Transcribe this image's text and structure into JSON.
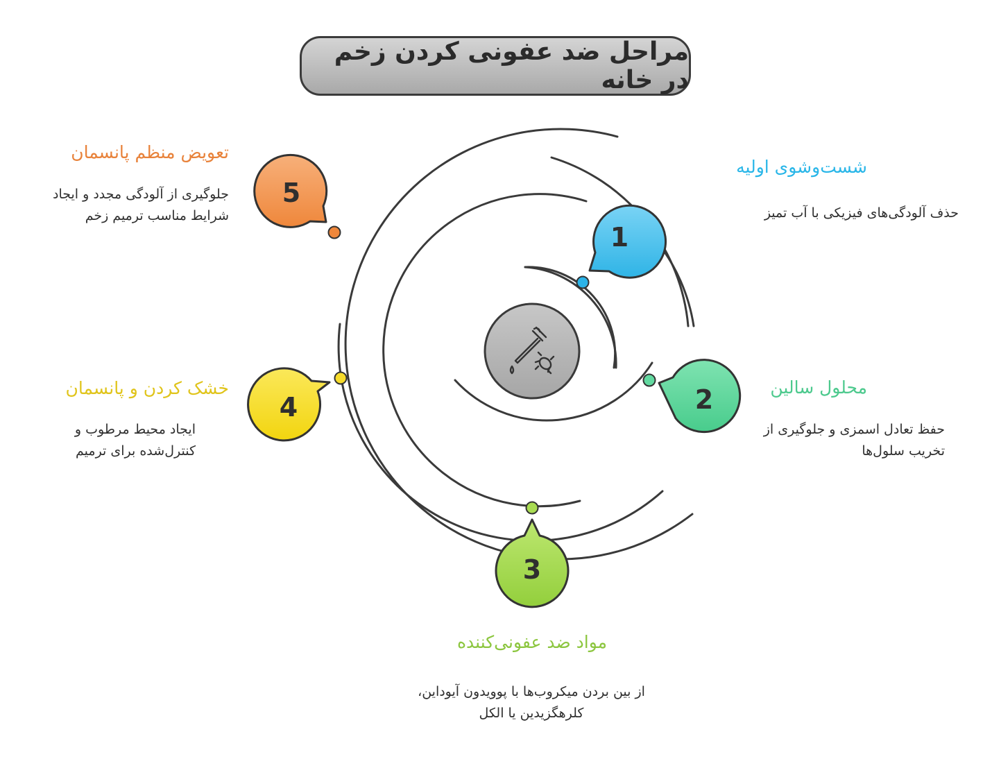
{
  "title": "مراحل ضد عفونی کردن زخم در خانه",
  "steps": [
    {
      "number": "1",
      "heading": "شست‌وشوی اولیه",
      "desc": "حذف آلودگی‌های فیزیکی با آب تمیز",
      "color": "#29b6e8",
      "fill": "#5cc9f1"
    },
    {
      "number": "2",
      "heading": "محلول سالین",
      "desc": "حفظ تعادل اسمزی و جلوگیری از تخریب سلول‌ها",
      "color": "#4cc98d",
      "fill": "#62d9a0"
    },
    {
      "number": "3",
      "heading": "مواد ضد عفونی‌کننده",
      "desc": "از بین بردن میکروب‌ها با پوویدون آیوداین، کلرهگزیدین یا الکل",
      "color": "#8cc63f",
      "fill": "#a9dc52"
    },
    {
      "number": "4",
      "heading": "خشک کردن و پانسمان",
      "desc": "ایجاد محیط مرطوب و کنترل‌شده برای ترمیم",
      "color": "#e0c41b",
      "fill": "#f7dc2b"
    },
    {
      "number": "5",
      "heading": "تعویض منظم پانسمان",
      "desc": "جلوگیری از آلودگی مجدد و ایجاد شرایط مناسب ترمیم زخم",
      "color": "#e8823a",
      "fill": "#f39b58"
    }
  ],
  "center_icon": "dropper-bug-icon"
}
